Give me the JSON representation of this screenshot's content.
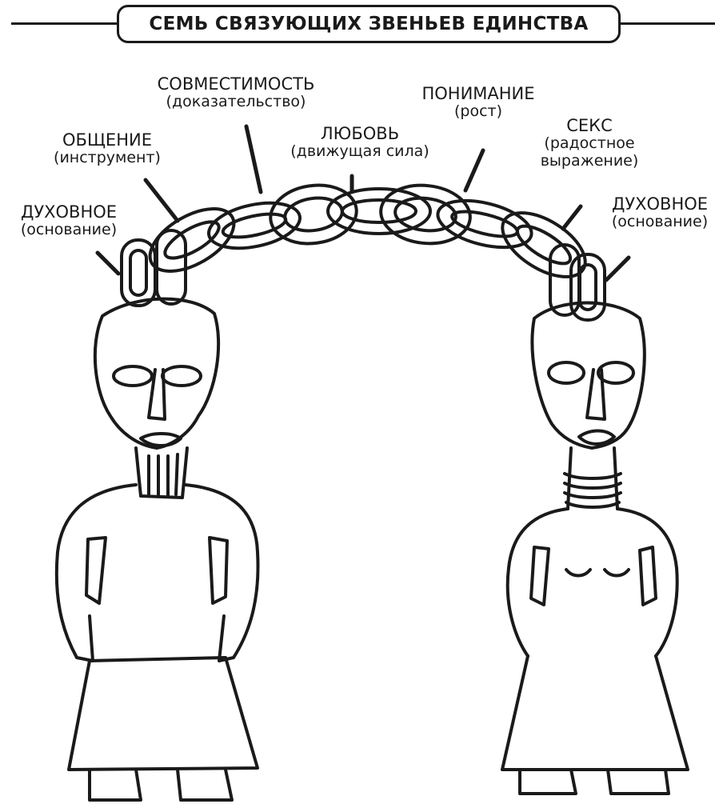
{
  "title": "СЕМЬ СВЯЗУЮЩИХ ЗВЕНЬЕВ ЕДИНСТВА",
  "labels": [
    {
      "id": "spiritual-left",
      "name": "ДУХОВНОЕ",
      "role": "(основание)"
    },
    {
      "id": "communication",
      "name": "ОБЩЕНИЕ",
      "role": "(инструмент)"
    },
    {
      "id": "compatibility",
      "name": "СОВМЕСТИМОСТЬ",
      "role": "(доказательство)"
    },
    {
      "id": "love",
      "name": "ЛЮБОВЬ",
      "role": "(движущая сила)"
    },
    {
      "id": "understanding",
      "name": "ПОНИМАНИЕ",
      "role": "(рост)"
    },
    {
      "id": "sex",
      "name": "СЕКС",
      "role": "(радостное",
      "role2": "выражение)"
    },
    {
      "id": "spiritual-right",
      "name": "ДУХОВНОЕ",
      "role": "(основание)"
    }
  ],
  "colors": {
    "ink": "#1a1a1a",
    "paper": "#ffffff"
  }
}
